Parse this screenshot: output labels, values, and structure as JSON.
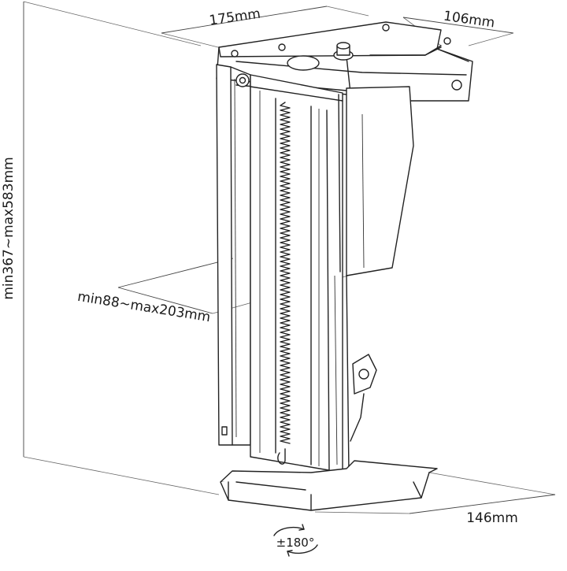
{
  "dimensions": {
    "width_top": "175mm",
    "depth_top": "106mm",
    "height_range": "min367~max583mm",
    "width_range": "min88~max203mm",
    "base_depth": "146mm"
  },
  "rotation": {
    "label": "±180°"
  }
}
